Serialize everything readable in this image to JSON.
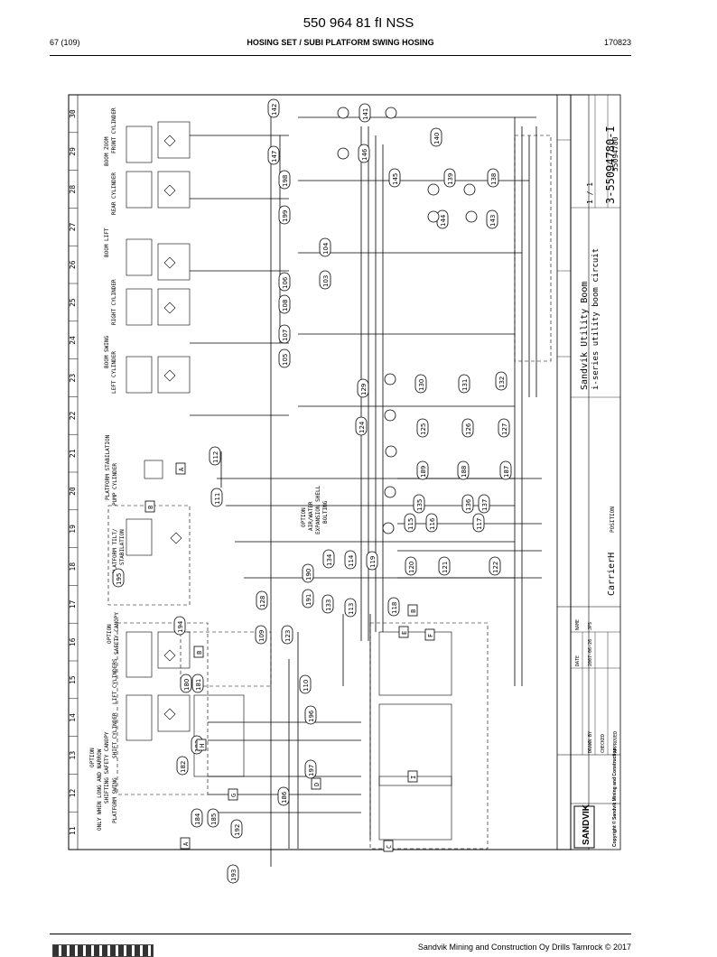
{
  "header": {
    "doc_number": "550 964 81 fI NSS",
    "page": "67 (109)",
    "section": "HOSING SET / SUBI PLATFORM SWING HOSING",
    "date": "170823"
  },
  "footer": {
    "company": "Sandvik Mining and Construction Oy Drills Tamrock © 2017"
  },
  "grid": {
    "columns": [
      "11",
      "12",
      "13",
      "14",
      "15",
      "16",
      "17",
      "18",
      "19",
      "20",
      "21",
      "22",
      "23",
      "24",
      "25",
      "26",
      "27",
      "28",
      "29",
      "30"
    ]
  },
  "title_block": {
    "logo": "SANDVIK",
    "copyright": "Copyright © Sandvik Mining and Construction",
    "title": "Sandvik Utility Boom",
    "subtitle": "i-series utility boom circuit",
    "drawing_no": "3-55094780-I",
    "sheet": "1 / 1",
    "id_code": "55094780",
    "position_label": "POSITION",
    "carrier": "CarrierH",
    "drawn_by_label": "DRAWN BY",
    "checked_label": "CHECKED",
    "approved_label": "APPROVED",
    "date_label": "DATE",
    "name_label": "NAME",
    "drawn_date": "2007-06-26",
    "drawn_name": "JPS"
  },
  "section_labels": {
    "platform_swing": "PLATFORM SWING",
    "shift_cylinder": "SHIFT CYLINDER",
    "lift_cylinders": "LIFT CYLINDERS",
    "shifting_canopy": "SHIFTING SAFETY CANOPY",
    "option_narrow": "ONLY WHEN LONG AND NARROW",
    "option": "OPTION",
    "safety_canopy": "SAFETY CANOPY",
    "tilt": "PLATFORM TILT/",
    "stabilation": "STABILATION",
    "pump_cylinder": "PUMP CYLINDER",
    "platform_stab": "PLATFORM STABILATION",
    "air_water": "AIR/WATER",
    "expansion": "EXPANSION SHELL",
    "bolting": "BOLTING",
    "boom_swing": "BOOM SWING",
    "left_cylinder": "LEFT CYLINDER",
    "right_cylinder": "RIGHT CYLINDER",
    "boom_lift": "BOOM LIFT",
    "boom_zoom": "BOOM ZOOM",
    "rear_cylinder": "REAR CYLINDER",
    "front_cylinder": "FRONT CYLINDER"
  },
  "balloons": [
    "193",
    "192",
    "184",
    "185",
    "183",
    "182",
    "180",
    "181",
    "186",
    "197",
    "196",
    "110",
    "109",
    "123",
    "128",
    "195",
    "194",
    "191",
    "190",
    "133",
    "134",
    "113",
    "114",
    "118",
    "119",
    "120",
    "121",
    "122",
    "115",
    "116",
    "117",
    "135",
    "136",
    "137",
    "111",
    "112",
    "189",
    "188",
    "187",
    "125",
    "126",
    "127",
    "124",
    "130",
    "131",
    "132",
    "129",
    "105",
    "107",
    "108",
    "106",
    "103",
    "104",
    "199",
    "198",
    "147",
    "142",
    "144",
    "143",
    "139",
    "138",
    "145",
    "146",
    "141",
    "140"
  ],
  "letter_tags": [
    "A",
    "A",
    "B",
    "B",
    "B",
    "C",
    "D",
    "E",
    "F",
    "G",
    "H",
    "I"
  ]
}
